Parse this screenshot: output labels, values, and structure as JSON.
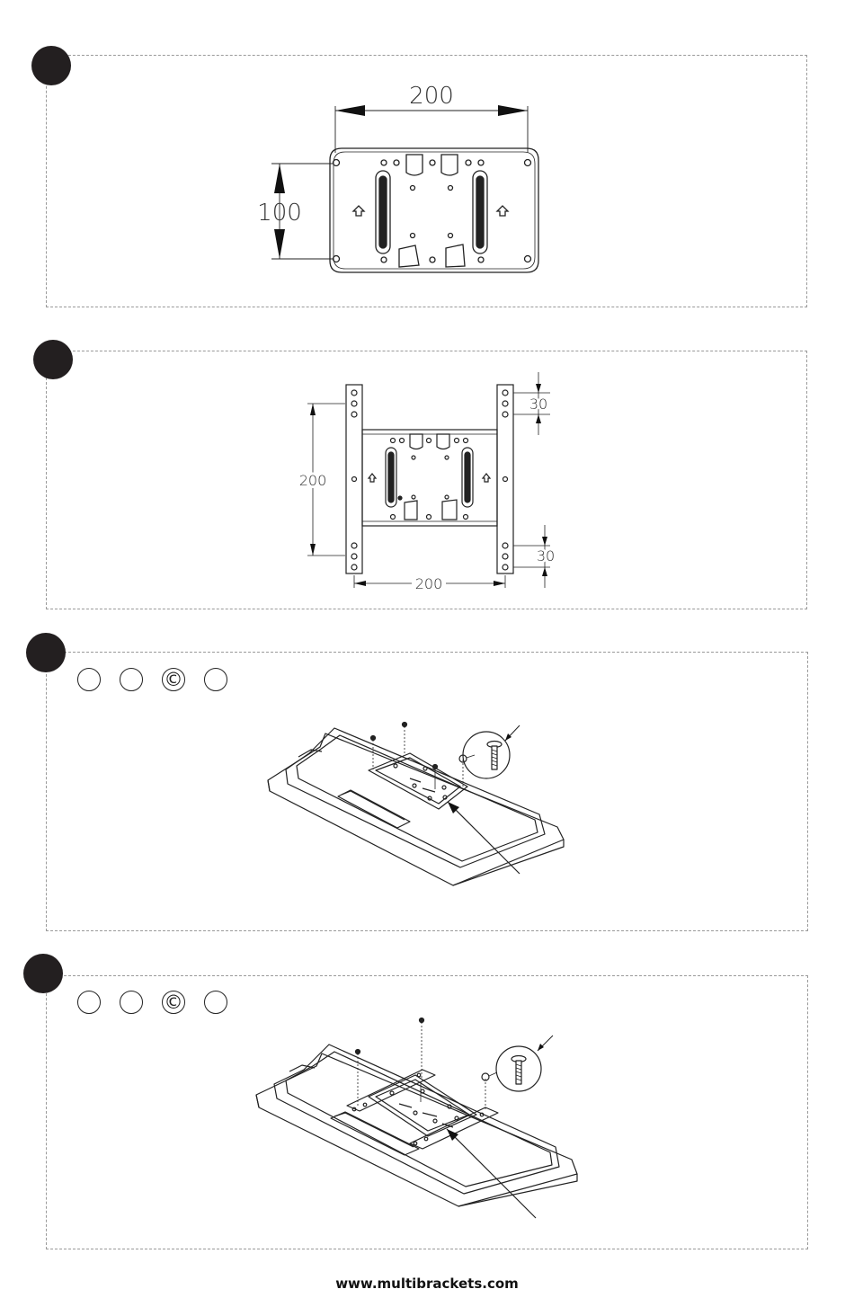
{
  "steps": [
    {
      "id": 1,
      "dimensions": {
        "width": "200",
        "height": "100"
      }
    },
    {
      "id": 2,
      "dimensions": {
        "width": "200",
        "height": "200",
        "top_offset": "30",
        "bottom_offset": "30"
      }
    },
    {
      "id": 3,
      "options": [
        "",
        "",
        "©",
        ""
      ]
    },
    {
      "id": 4,
      "options": [
        "",
        "",
        "©",
        ""
      ]
    }
  ],
  "footer": {
    "website": "www.multibrackets.com"
  }
}
